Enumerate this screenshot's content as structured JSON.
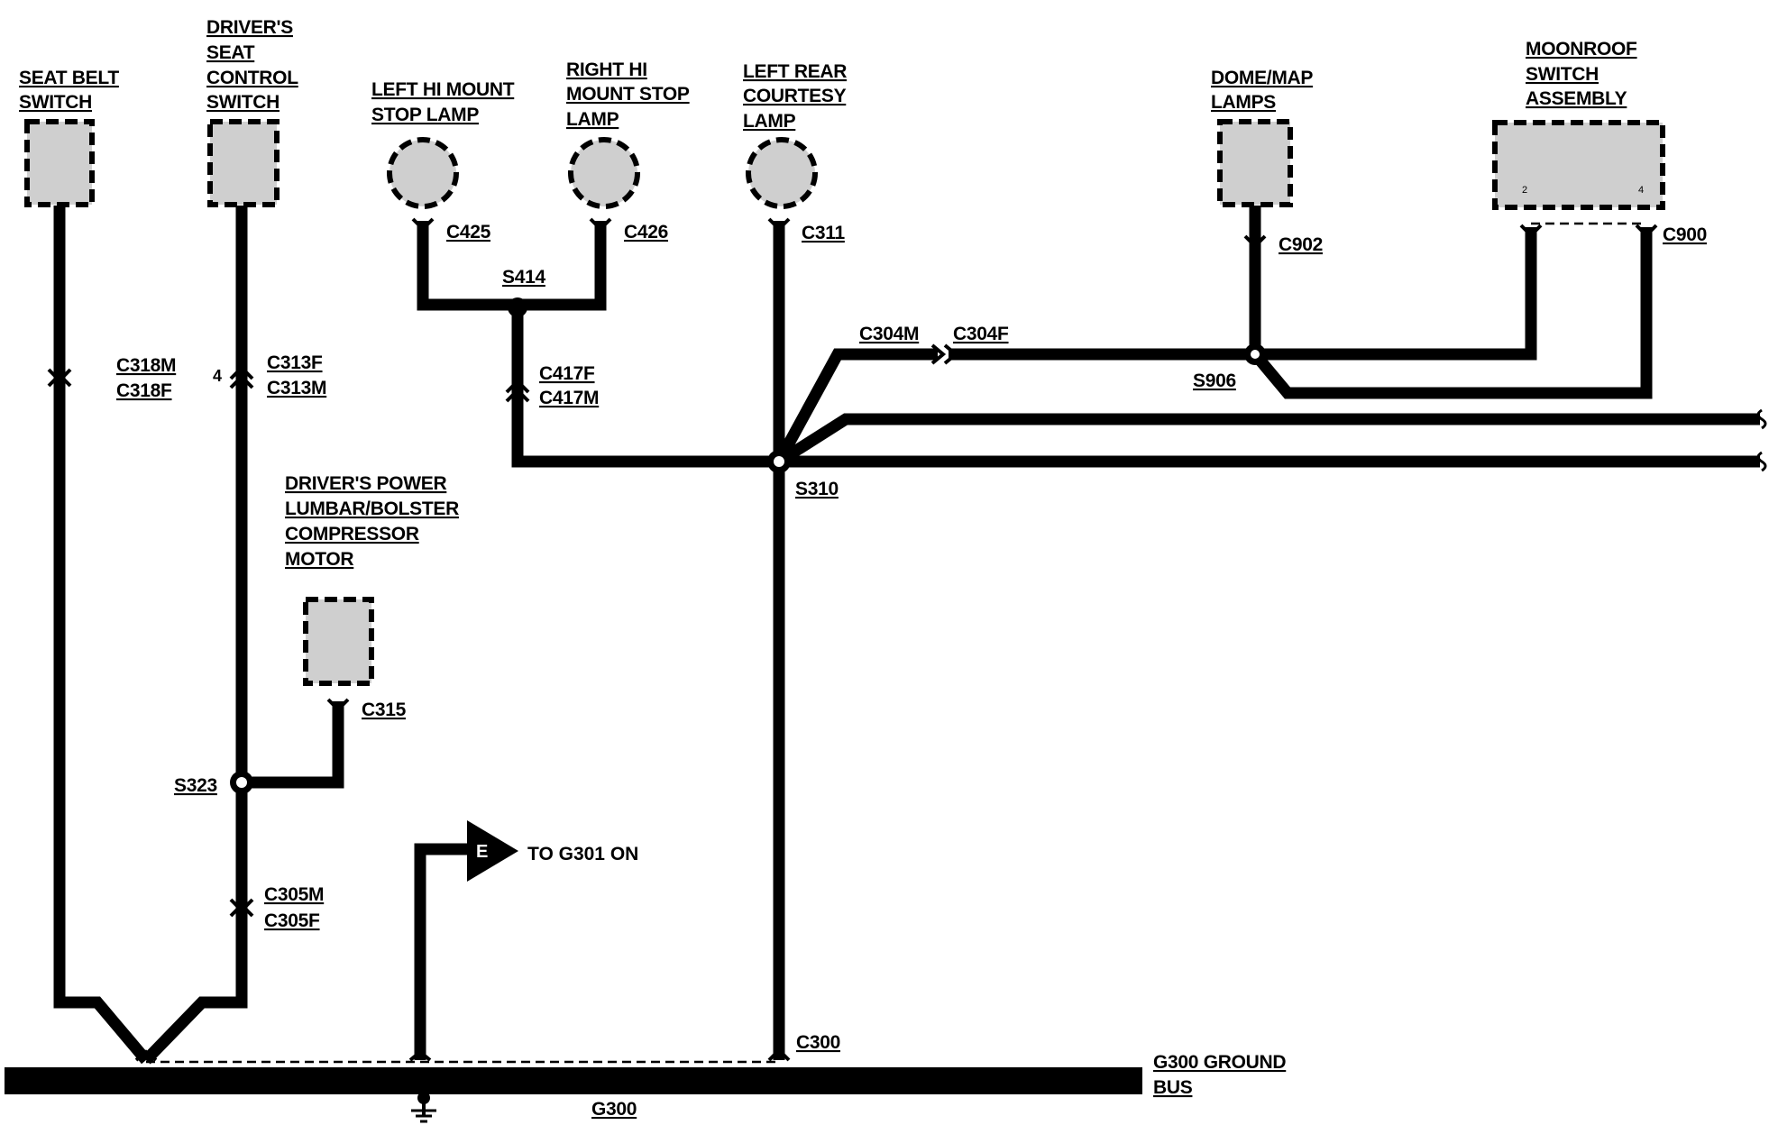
{
  "components": {
    "seat_belt_switch": [
      "SEAT BELT",
      "SWITCH"
    ],
    "drivers_seat_control_switch": [
      "DRIVER'S",
      "SEAT",
      "CONTROL",
      "SWITCH"
    ],
    "left_hi_mount_stop_lamp": [
      "LEFT HI MOUNT",
      "STOP LAMP"
    ],
    "right_hi_mount_stop_lamp": [
      "RIGHT HI",
      "MOUNT STOP",
      "LAMP"
    ],
    "left_rear_courtesy_lamp": [
      "LEFT REAR",
      "COURTESY",
      "LAMP"
    ],
    "dome_map_lamps": [
      "DOME/MAP",
      "LAMPS"
    ],
    "moonroof_switch_assembly": [
      "MOONROOF",
      "SWITCH",
      "ASSEMBLY"
    ],
    "lumbar_compressor_motor": [
      "DRIVER'S POWER",
      "LUMBAR/BOLSTER",
      "COMPRESSOR",
      "MOTOR"
    ]
  },
  "connectors": {
    "c318m": "C318M",
    "c318f": "C318F",
    "c313f": "C313F",
    "c313m": "C313M",
    "c313_pin": "4",
    "c425": "C425",
    "c426": "C426",
    "c311": "C311",
    "c902": "C902",
    "c900": "C900",
    "c304m": "C304M",
    "c304f": "C304F",
    "c417f": "C417F",
    "c417m": "C417M",
    "c315": "C315",
    "c305m": "C305M",
    "c305f": "C305F",
    "c300": "C300",
    "moonroof_pin_2": "2",
    "moonroof_pin_4": "4"
  },
  "splices": {
    "s414": "S414",
    "s906": "S906",
    "s310": "S310",
    "s323": "S323"
  },
  "ground": {
    "bus_label": [
      "G300 GROUND",
      "BUS"
    ],
    "g300": "G300",
    "jump_letter": "E",
    "jump_text": "TO G301 ON"
  },
  "colors": {
    "wire": "#000000",
    "component_fill": "#cfcfcf",
    "background": "#ffffff"
  }
}
